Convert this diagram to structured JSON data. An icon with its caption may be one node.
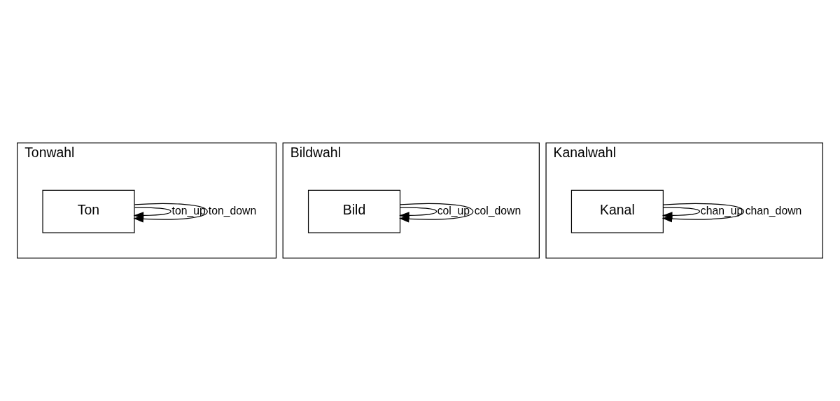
{
  "diagram": {
    "nodes": [
      {
        "text": [
          "Tonwahl"
        ]
      },
      {
        "text": [
          "Ton"
        ],
        "in": 0
      },
      {
        "text": [
          "Bildwahl"
        ]
      },
      {
        "text": [
          "Bild"
        ],
        "in": 2
      },
      {
        "text": [
          "Kanalwahl"
        ]
      },
      {
        "text": [
          "Kanal"
        ],
        "in": 4
      }
    ],
    "edges": [
      {
        "from": 1,
        "to": 1,
        "arrow": "to",
        "label": "ton_up"
      },
      {
        "from": 1,
        "to": 1,
        "arrow": "to",
        "label": "ton_down"
      },
      {
        "from": 3,
        "to": 3,
        "arrow": "to",
        "label": "col_up"
      },
      {
        "from": 3,
        "to": 3,
        "arrow": "to",
        "label": "col_down"
      },
      {
        "from": 5,
        "to": 5,
        "arrow": "to",
        "label": "chan_up"
      },
      {
        "from": 5,
        "to": 5,
        "arrow": "to",
        "label": "chan_down"
      }
    ]
  }
}
